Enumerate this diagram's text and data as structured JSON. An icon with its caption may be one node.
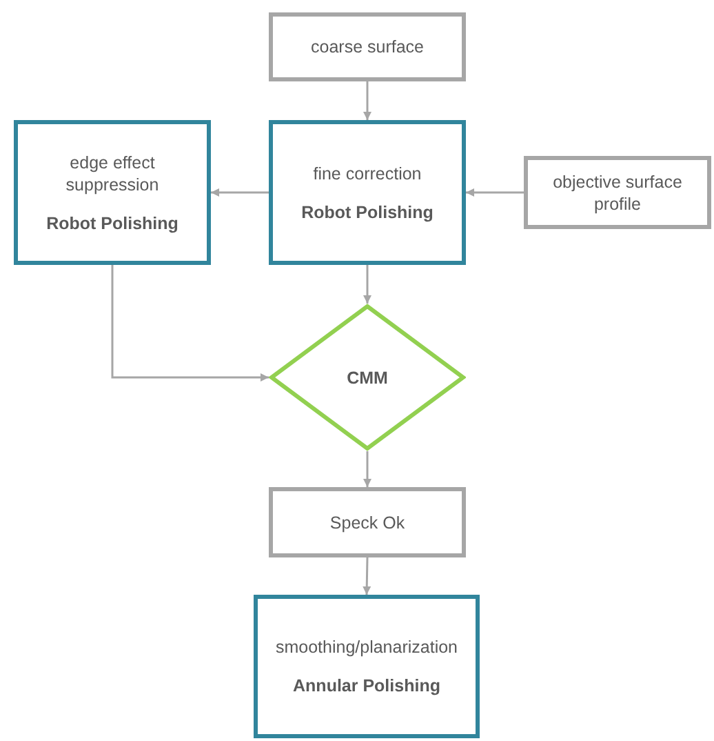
{
  "diagram": {
    "nodes": [
      {
        "text": [
          "coarse surface"
        ]
      },
      {
        "text": [
          "fine correction",
          "Robot Polishing"
        ]
      },
      {
        "text": [
          "edge effect suppression",
          "Robot Polishing"
        ]
      },
      {
        "text": [
          "objective surface profile"
        ]
      },
      {
        "text": [
          "CMM"
        ]
      },
      {
        "text": [
          "Speck Ok"
        ]
      },
      {
        "text": [
          "smoothing/planarization",
          "Annular Polishing"
        ]
      }
    ],
    "edges": [
      {
        "from": 0,
        "to": 1,
        "arrow": "to"
      },
      {
        "from": 1,
        "to": 2,
        "arrow": "to"
      },
      {
        "from": 3,
        "to": 1,
        "arrow": "to"
      },
      {
        "from": 1,
        "to": 4,
        "arrow": "to"
      },
      {
        "from": 2,
        "to": 4,
        "arrow": "to"
      },
      {
        "from": 4,
        "to": 5,
        "arrow": "to"
      },
      {
        "from": 5,
        "to": 6,
        "arrow": "to"
      }
    ]
  }
}
